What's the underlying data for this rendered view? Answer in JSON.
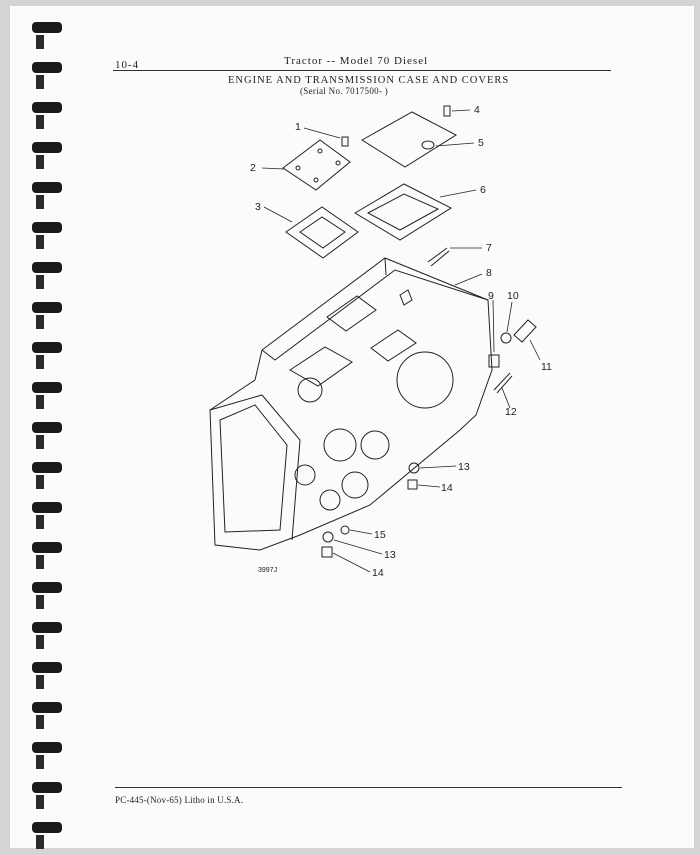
{
  "header": {
    "page_number": "10-4",
    "title": "Tractor -- Model 70 Diesel",
    "section": "ENGINE AND TRANSMISSION CASE AND COVERS",
    "serial": "(Serial No. 7017500-          )"
  },
  "diagram": {
    "part_numbers": [
      "1",
      "2",
      "3",
      "4",
      "5",
      "6",
      "7",
      "8",
      "9",
      "10",
      "11",
      "12",
      "13",
      "14",
      "15",
      "13",
      "14"
    ],
    "drawing_id": "3997J"
  },
  "footer": {
    "text": "PC-445-(Nov-65)   Litho in U.S.A."
  }
}
